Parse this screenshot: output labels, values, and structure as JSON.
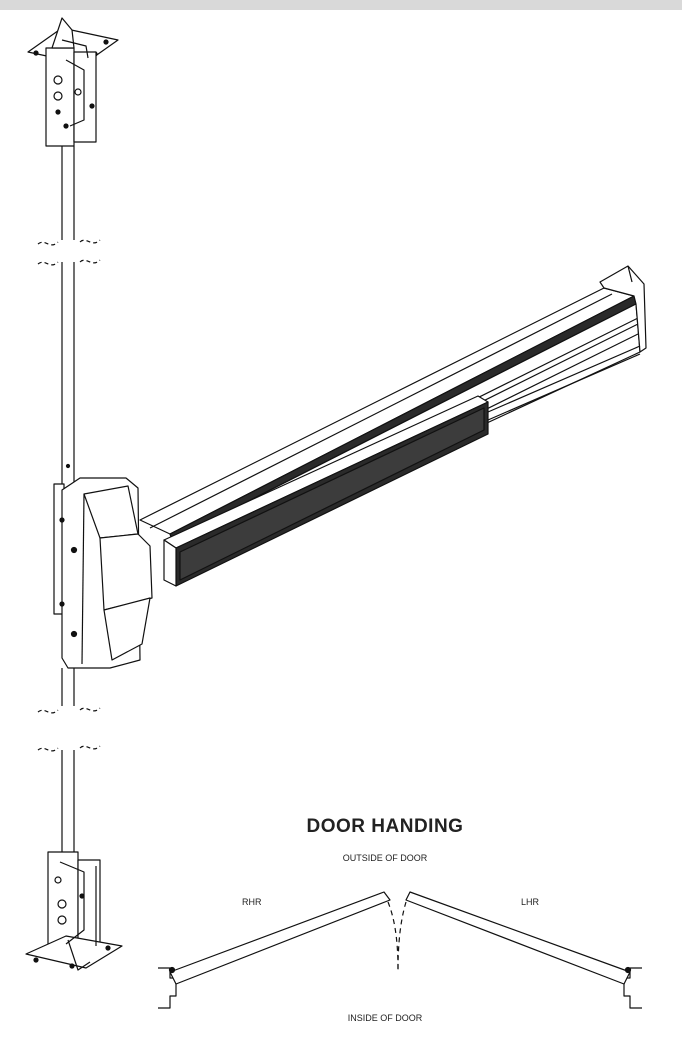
{
  "title": "DOOR HANDING",
  "labels": {
    "outside": "OUTSIDE OF DOOR",
    "inside": "INSIDE OF DOOR",
    "rhr": "RHR",
    "lhr": "LHR"
  },
  "colors": {
    "line": "#111111",
    "fill_dark": "#2a2a2a",
    "fill_light": "#ffffff",
    "topbar": "#d9d9d9"
  }
}
